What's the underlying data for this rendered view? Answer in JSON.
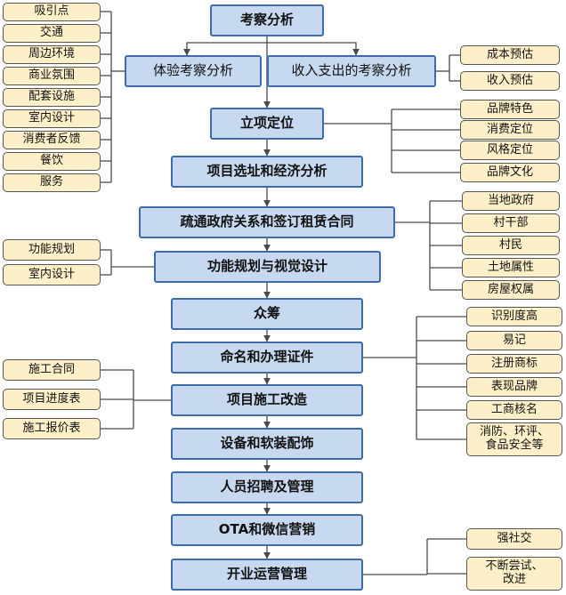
{
  "main_steps": [
    "考察分析",
    "立项定位",
    "项目选址和经济分析",
    "疏通政府关系和签订租赁合同",
    "功能规划与视觉设计",
    "众筹",
    "命名和办理证件",
    "项目施工改造",
    "设备和软装配饰",
    "人员招聘及管理",
    "OTA和微信营销",
    "开业运营管理"
  ],
  "sub_steps": [
    "体验考察分析",
    "收入支出的考察分析"
  ],
  "left_groups": {
    "experience_factors": [
      "吸引点",
      "交通",
      "周边环境",
      "商业氛围",
      "配套设施",
      "室内设计",
      "消费者反馈",
      "餐饮",
      "服务"
    ],
    "planning": [
      "功能规划",
      "室内设计"
    ],
    "construction": [
      "施工合同",
      "项目进度表",
      "施工报价表"
    ]
  },
  "right_groups": {
    "income": [
      "成本预估",
      "收入预估"
    ],
    "positioning": [
      "品牌特色",
      "消费定位",
      "风格定位",
      "品牌文化"
    ],
    "government": [
      "当地政府",
      "村干部",
      "村民",
      "土地属性",
      "房屋权属"
    ],
    "naming": [
      "识别度高",
      "易记",
      "注册商标",
      "表现品牌",
      "工商核名",
      "消防、环评、\n食品安全等"
    ],
    "operation": [
      "强社交",
      "不断尝试、\n改进"
    ]
  },
  "colors": {
    "main_fill": "#c6d9f1",
    "main_border": "#3c6ba8",
    "side_fill": "#fdf0c8",
    "arrow": "#4a4a4a"
  }
}
